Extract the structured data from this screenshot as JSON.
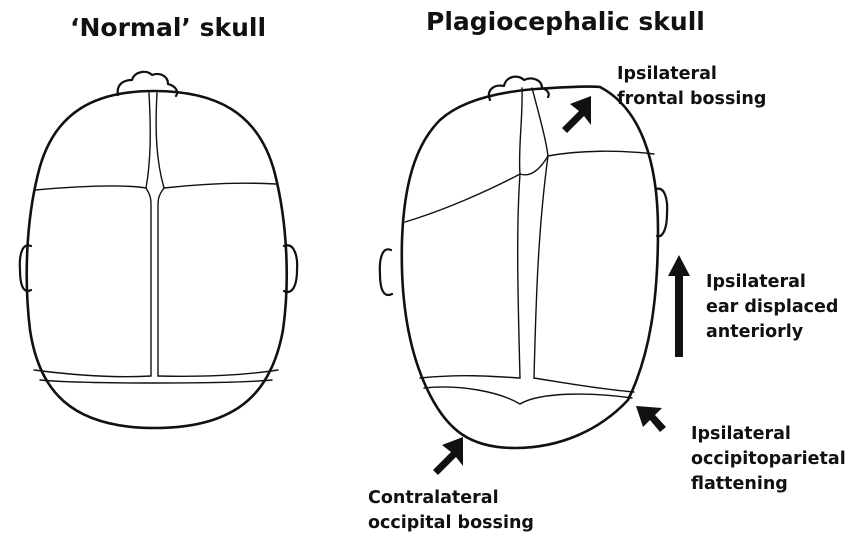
{
  "titles": {
    "normal": "‘Normal’ skull",
    "plagiocephalic": "Plagiocephalic skull"
  },
  "annotations": {
    "frontal_bossing": [
      "Ipsilateral",
      "frontal bossing"
    ],
    "ear_displaced": [
      "Ipsilateral",
      "ear displaced",
      "anteriorly"
    ],
    "occipitoparietal_flattening": [
      "Ipsilateral",
      "occipitoparietal",
      "flattening"
    ],
    "occipital_bossing": [
      "Contralateral",
      "occipital bossing"
    ]
  },
  "colors": {
    "stroke": "#111111",
    "background": "#ffffff"
  }
}
